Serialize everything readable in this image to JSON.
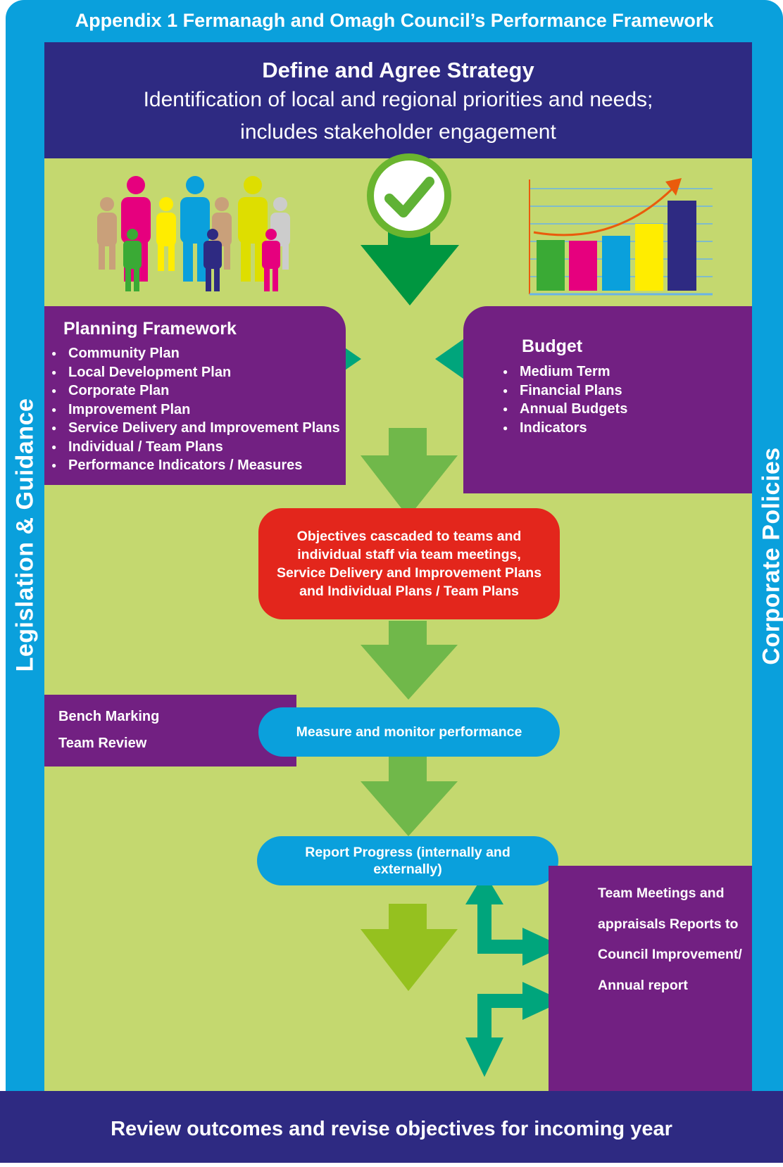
{
  "header": {
    "title": "Appendix 1 Fermanagh and Omagh Council’s Performance Framework"
  },
  "strategy": {
    "heading": "Define and Agree Strategy",
    "line1": "Identification of local and regional priorities and needs;",
    "line2": "includes stakeholder engagement"
  },
  "sides": {
    "left": "Legislation & Guidance",
    "right": "Corporate Policies"
  },
  "planning": {
    "title": "Planning Framework",
    "items": [
      "Community Plan",
      "Local Development Plan",
      "Corporate Plan",
      "Improvement Plan",
      "Service Delivery and Improvement Plans",
      "Individual / Team Plans",
      "Performance Indicators / Measures"
    ]
  },
  "budget": {
    "title": "Budget",
    "items": [
      "Medium Term",
      "Financial Plans",
      "Annual Budgets",
      "Indicators"
    ]
  },
  "objectives": {
    "line1": "Objectives cascaded to teams and",
    "line2": "individual staff via team meetings,",
    "line3": "Service Delivery and Improvement Plans",
    "line4": "and Individual Plans / Team Plans"
  },
  "bench": {
    "line1": "Bench Marking",
    "line2": "Team Review"
  },
  "measure": {
    "label": "Measure and monitor performance"
  },
  "report": {
    "line1": "Report Progress (internally and",
    "line2": "externally)"
  },
  "team": {
    "line1": "Team Meetings and",
    "line2": "appraisals Reports to",
    "line3": "Council Improvement/",
    "line4": "Annual report"
  },
  "footer": {
    "label": "Review outcomes and revise objectives for incoming year"
  },
  "colors": {
    "navy": "#2e2a82",
    "blue": "#0aa0dc",
    "lime": "#c4d86f",
    "purple": "#722082",
    "red": "#e3261c",
    "teal": "#00a57c",
    "green_arrow": "#70b84a",
    "dark_green": "#009640"
  }
}
